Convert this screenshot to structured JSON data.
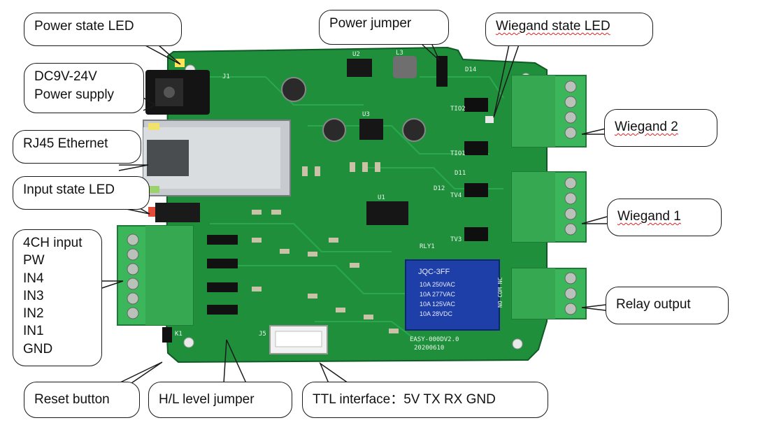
{
  "callouts": {
    "power_led": "Power state LED",
    "power_supply": [
      "DC9V-24V",
      "Power supply"
    ],
    "ethernet": "RJ45 Ethernet",
    "input_led": "Input state LED",
    "inputs": [
      "4CH input",
      "PW",
      "IN4",
      "IN3",
      "IN2",
      "IN1",
      "GND"
    ],
    "reset": "Reset button",
    "hl_jumper": "H/L level jumper",
    "ttl": "TTL interface：5V TX RX GND",
    "power_jumper": "Power jumper",
    "wiegand_led": "Wiegand state LED",
    "wiegand2": "Wiegand 2",
    "wiegand1": "Wiegand 1",
    "relay": "Relay output"
  },
  "board": {
    "relay_brand": "JQC-3FF",
    "relay_specs": [
      "10A 250VAC",
      "10A 277VAC",
      "10A 125VAC",
      "10A 28VDC"
    ],
    "board_name": "EASY-000DV2.0",
    "date_code": "20200610",
    "silk_labels": [
      "RLY1",
      "D14",
      "TIO2",
      "TIO1",
      "TV4",
      "TV3",
      "D11",
      "D12",
      "U1",
      "U2",
      "U3",
      "L3",
      "J1",
      "J5",
      "K1",
      "NO COM NC"
    ]
  },
  "colors": {
    "pcb": "#1f8f3c",
    "terminal": "#3cb65a",
    "relay": "#1f3fa8",
    "outline": "#1a1a1a"
  }
}
